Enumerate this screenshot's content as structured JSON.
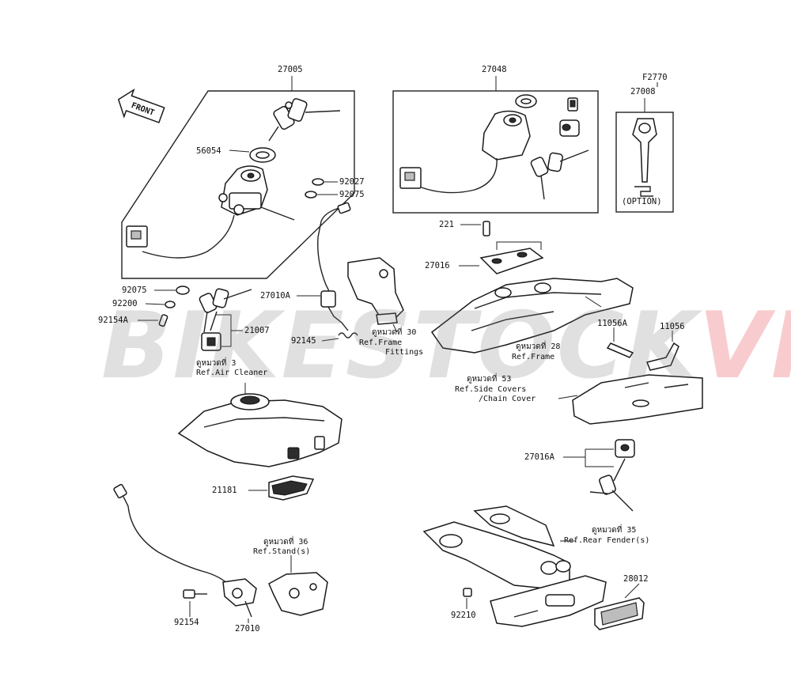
{
  "watermark": {
    "main": "BIKESTOCK",
    "accent": "VN",
    "accent_color": "#e01b24"
  },
  "front_arrow": {
    "text": "FRONT"
  },
  "option_box": {
    "ref": "F2770",
    "part": "27008",
    "caption": "(OPTION)"
  },
  "labels": {
    "p27005": "27005",
    "p27048": "27048",
    "p56054": "56054",
    "p92027": "92027",
    "p92075a": "92075",
    "p92075b": "92075",
    "p92200": "92200",
    "p92154A": "92154A",
    "p21007": "21007",
    "p27010A": "27010A",
    "p92145": "92145",
    "p221": "221",
    "p27016": "27016",
    "p11056A": "11056A",
    "p11056": "11056",
    "p27016A": "27016A",
    "p21181": "21181",
    "p92154": "92154",
    "p27010": "27010",
    "p92210": "92210",
    "p28012": "28012"
  },
  "refs": {
    "frame_fittings": {
      "line1": "ดูหมวดที่ 30",
      "line2": "Ref.Frame",
      "line3": "Fittings"
    },
    "air_cleaner": {
      "line1": "ดูหมวดที่ 3",
      "line2": "Ref.Air Cleaner"
    },
    "frame": {
      "line1": "ดูหมวดที่ 28",
      "line2": "Ref.Frame"
    },
    "side_covers": {
      "line1": "ดูหมวดที่ 53",
      "line2": "Ref.Side Covers",
      "line3": "/Chain Cover"
    },
    "stand": {
      "line1": "ดูหมวดที่ 36",
      "line2": "Ref.Stand(s)"
    },
    "rear_fender": {
      "line1": "ดูหมวดที่ 35",
      "line2": "Ref.Rear Fender(s)"
    }
  }
}
